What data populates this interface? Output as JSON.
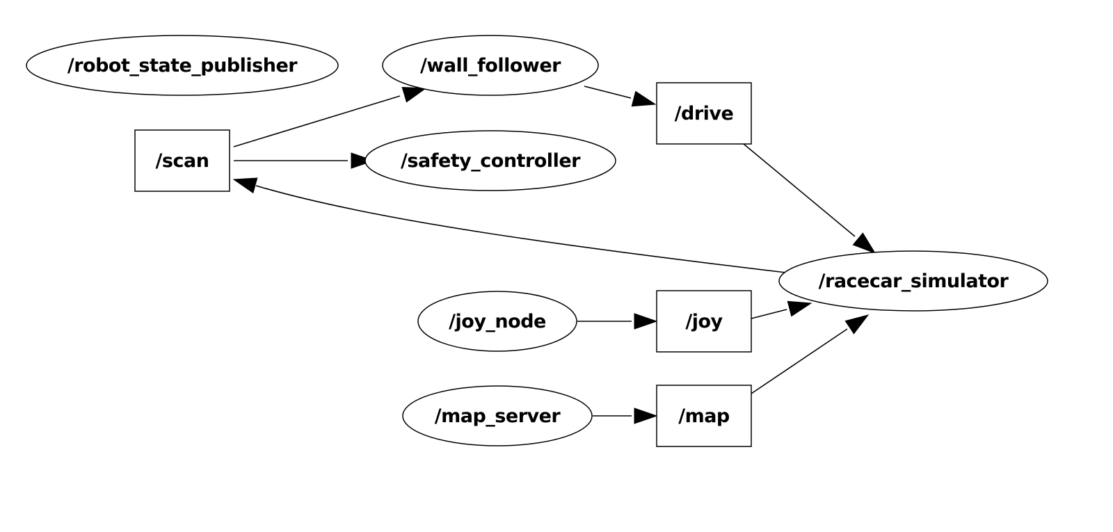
{
  "graph": {
    "nodes": [
      {
        "id": "robot_state_publisher",
        "label": "/robot_state_publisher",
        "shape": "ellipse",
        "kind": "node"
      },
      {
        "id": "wall_follower",
        "label": "/wall_follower",
        "shape": "ellipse",
        "kind": "node"
      },
      {
        "id": "scan",
        "label": "/scan",
        "shape": "box",
        "kind": "topic"
      },
      {
        "id": "safety_controller",
        "label": "/safety_controller",
        "shape": "ellipse",
        "kind": "node"
      },
      {
        "id": "drive",
        "label": "/drive",
        "shape": "box",
        "kind": "topic"
      },
      {
        "id": "racecar_simulator",
        "label": "/racecar_simulator",
        "shape": "ellipse",
        "kind": "node"
      },
      {
        "id": "joy_node",
        "label": "/joy_node",
        "shape": "ellipse",
        "kind": "node"
      },
      {
        "id": "joy",
        "label": "/joy",
        "shape": "box",
        "kind": "topic"
      },
      {
        "id": "map_server",
        "label": "/map_server",
        "shape": "ellipse",
        "kind": "node"
      },
      {
        "id": "map",
        "label": "/map",
        "shape": "box",
        "kind": "topic"
      }
    ],
    "edges": [
      {
        "from": "scan",
        "to": "wall_follower"
      },
      {
        "from": "scan",
        "to": "safety_controller"
      },
      {
        "from": "wall_follower",
        "to": "drive"
      },
      {
        "from": "drive",
        "to": "racecar_simulator"
      },
      {
        "from": "racecar_simulator",
        "to": "scan"
      },
      {
        "from": "joy_node",
        "to": "joy"
      },
      {
        "from": "joy",
        "to": "racecar_simulator"
      },
      {
        "from": "map_server",
        "to": "map"
      },
      {
        "from": "map",
        "to": "racecar_simulator"
      }
    ]
  }
}
